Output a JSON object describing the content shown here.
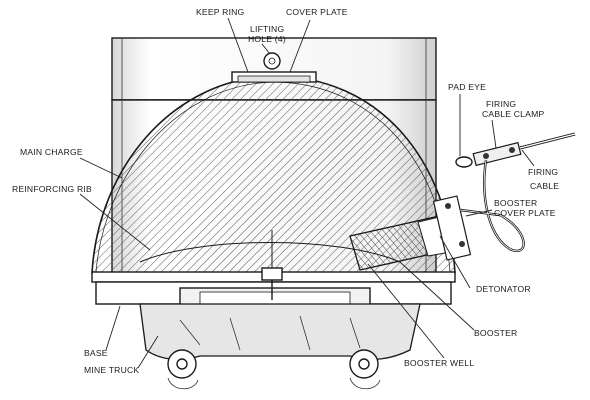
{
  "labels": {
    "keep_ring": "KEEP RING",
    "lifting_hole_1": "LIFTING",
    "lifting_hole_2": "HOLE (4)",
    "cover_plate": "COVER PLATE",
    "pad_eye": "PAD EYE",
    "firing_cable_clamp_1": "FIRING",
    "firing_cable_clamp_2": "CABLE CLAMP",
    "firing_cable_1": "FIRING",
    "firing_cable_2": "CABLE",
    "main_charge": "MAIN CHARGE",
    "reinforcing_rib": "REINFORCING RIB",
    "booster_cover_plate_1": "BOOSTER",
    "booster_cover_plate_2": "COVER PLATE",
    "detonator": "DETONATOR",
    "booster": "BOOSTER",
    "booster_well": "BOOSTER WELL",
    "base": "BASE",
    "mine_truck": "MINE TRUCK"
  },
  "colors": {
    "line": "#1a1a1a",
    "hatch": "#555555",
    "paper": "#ffffff",
    "shade": "#dcdcdc"
  }
}
